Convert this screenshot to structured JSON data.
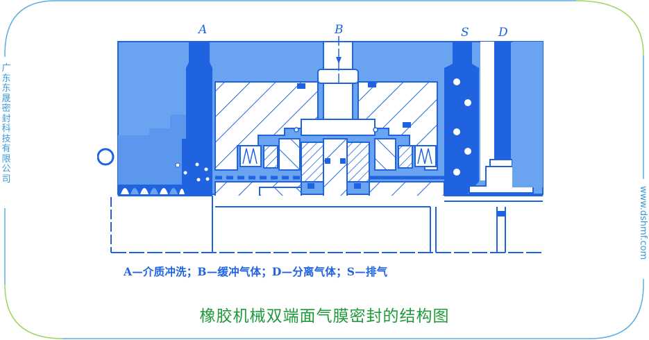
{
  "watermark": {
    "left_vertical": "广东东晟密封科技有限公司",
    "right_vertical": "www.dshmf.com"
  },
  "diagram": {
    "labels": {
      "A": "A",
      "B": "B",
      "S": "S",
      "D": "D"
    },
    "legend": "A—介质冲洗；B—缓冲气体；D—分离气体；S—排气"
  },
  "caption": "橡胶机械双端面气膜密封的结构图",
  "colors": {
    "frame_blue": "#5aaee0",
    "frame_green": "#9ed45a",
    "diagram_blue": "#1f63e0",
    "diagram_light": "#6aa4f0",
    "caption_green": "#1e9a3a",
    "watermark_blue": "#3a9ad9"
  }
}
